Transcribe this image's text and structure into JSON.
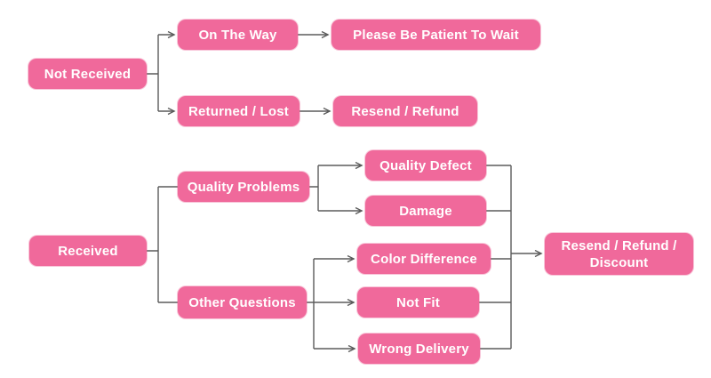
{
  "diagram": {
    "type": "flowchart",
    "colors": {
      "node_fill": "#f0699b",
      "node_text": "#ffffff",
      "connector": "#5b5b5b",
      "background": "#ffffff"
    },
    "nodes": {
      "not_received": {
        "label": "Not Received"
      },
      "on_the_way": {
        "label": "On The Way"
      },
      "please_wait": {
        "label": "Please Be Patient To Wait"
      },
      "returned_lost": {
        "label": "Returned / Lost"
      },
      "resend_refund": {
        "label": "Resend / Refund"
      },
      "received": {
        "label": "Received"
      },
      "quality_problems": {
        "label": "Quality Problems"
      },
      "other_questions": {
        "label": "Other Questions"
      },
      "quality_defect": {
        "label": "Quality Defect"
      },
      "damage": {
        "label": "Damage"
      },
      "color_difference": {
        "label": "Color Difference"
      },
      "not_fit": {
        "label": "Not Fit"
      },
      "wrong_delivery": {
        "label": "Wrong Delivery"
      },
      "resend_refund_discount": {
        "label_line1": "Resend / Refund /",
        "label_line2": "Discount"
      }
    },
    "edges": [
      {
        "from": "Not Received",
        "to": "On The Way",
        "arrow": true
      },
      {
        "from": "Not Received",
        "to": "Returned / Lost",
        "arrow": true
      },
      {
        "from": "On The Way",
        "to": "Please Be Patient To Wait",
        "arrow": true
      },
      {
        "from": "Returned / Lost",
        "to": "Resend / Refund",
        "arrow": true
      },
      {
        "from": "Received",
        "to": "Quality Problems",
        "arrow": false
      },
      {
        "from": "Received",
        "to": "Other Questions",
        "arrow": false
      },
      {
        "from": "Quality Problems",
        "to": "Quality Defect",
        "arrow": true
      },
      {
        "from": "Quality Problems",
        "to": "Damage",
        "arrow": true
      },
      {
        "from": "Other Questions",
        "to": "Color Difference",
        "arrow": true
      },
      {
        "from": "Other Questions",
        "to": "Not Fit",
        "arrow": true
      },
      {
        "from": "Other Questions",
        "to": "Wrong Delivery",
        "arrow": true
      },
      {
        "from": "Quality Defect",
        "to": "Resend / Refund / Discount",
        "arrow": true
      },
      {
        "from": "Damage",
        "to": "Resend / Refund / Discount",
        "arrow": true
      },
      {
        "from": "Color Difference",
        "to": "Resend / Refund / Discount",
        "arrow": true
      },
      {
        "from": "Not Fit",
        "to": "Resend / Refund / Discount",
        "arrow": true
      },
      {
        "from": "Wrong Delivery",
        "to": "Resend / Refund / Discount",
        "arrow": true
      }
    ]
  }
}
